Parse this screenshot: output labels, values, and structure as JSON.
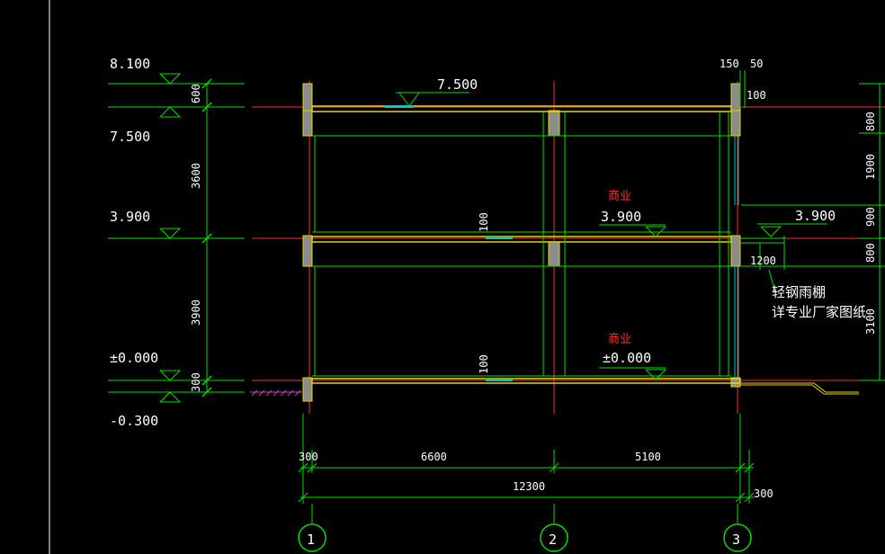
{
  "levels_left": [
    {
      "label": "8.100"
    },
    {
      "label": "7.500"
    },
    {
      "label": "3.900"
    },
    {
      "label": "±0.000"
    },
    {
      "label": "-0.300"
    }
  ],
  "dims_left": [
    {
      "label": "600"
    },
    {
      "label": "3600"
    },
    {
      "label": "3900"
    },
    {
      "label": "300"
    }
  ],
  "dims_right": [
    {
      "label": "800"
    },
    {
      "label": "1900"
    },
    {
      "label": "900"
    },
    {
      "label": "800"
    },
    {
      "label": "3100"
    }
  ],
  "top_dims": {
    "a": "150",
    "b": "50",
    "c": "100"
  },
  "roof_level": "7.500",
  "floor2": {
    "use": "商业",
    "level": "3.900",
    "slab": "100"
  },
  "floor1": {
    "use": "商业",
    "level": "±0.000",
    "slab": "100"
  },
  "canopy": {
    "level": "3.900",
    "width": "1200",
    "note1": "轻钢雨棚",
    "note2": "详专业厂家图纸"
  },
  "dims_bottom": {
    "left": "300",
    "mid": "6600",
    "right": "5100",
    "total": "12300",
    "end": "300"
  },
  "axes": [
    {
      "label": "1"
    },
    {
      "label": "2"
    },
    {
      "label": "3"
    }
  ],
  "colors": {
    "background": "#000000",
    "grid_red": "#ff2b2b",
    "dim_green": "#00e000",
    "slab_yellow": "#e6d600",
    "wall_gray": "#a0a0a0",
    "text_white": "#ffffff",
    "glass_cyan": "#00c8c8"
  }
}
